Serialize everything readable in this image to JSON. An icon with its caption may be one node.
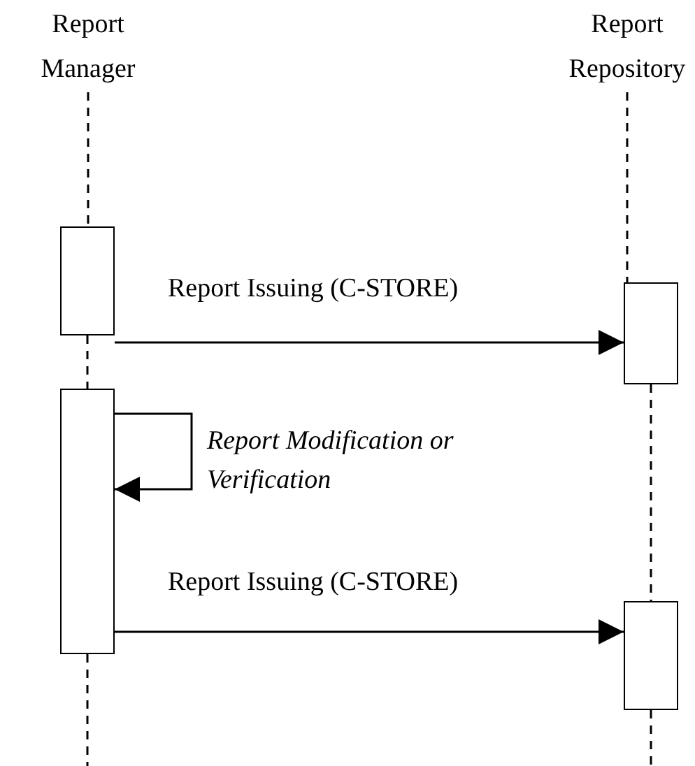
{
  "diagram": {
    "nodes": [
      {
        "text": [
          "Report Manager"
        ]
      },
      {
        "text": [
          "Report Repository"
        ]
      },
      {
        "text": [],
        "shape": "box"
      },
      {
        "text": [],
        "shape": "box"
      },
      {
        "text": [],
        "shape": "box"
      },
      {
        "text": [],
        "shape": "box"
      }
    ],
    "edges": [
      {
        "from": 2,
        "to": 3,
        "arrow": "to",
        "label": "Report Issuing (C-STORE)"
      },
      {
        "from": 4,
        "to": 4,
        "arrow": "to",
        "label": "Report Modification or Verification"
      },
      {
        "from": 4,
        "to": 5,
        "arrow": "to",
        "label": "Report Issuing (C-STORE)"
      },
      {
        "from": 0,
        "to": 2,
        "arrow": "none",
        "style": "dashed"
      },
      {
        "from": 2,
        "to": 4,
        "arrow": "none",
        "style": "dashed"
      },
      {
        "from": 4,
        "to": null,
        "arrow": "none",
        "style": "dashed"
      },
      {
        "from": 1,
        "to": 3,
        "arrow": "none",
        "style": "dashed"
      },
      {
        "from": 3,
        "to": 5,
        "arrow": "none",
        "style": "dashed"
      },
      {
        "from": 5,
        "to": null,
        "arrow": "none",
        "style": "dashed"
      }
    ]
  }
}
